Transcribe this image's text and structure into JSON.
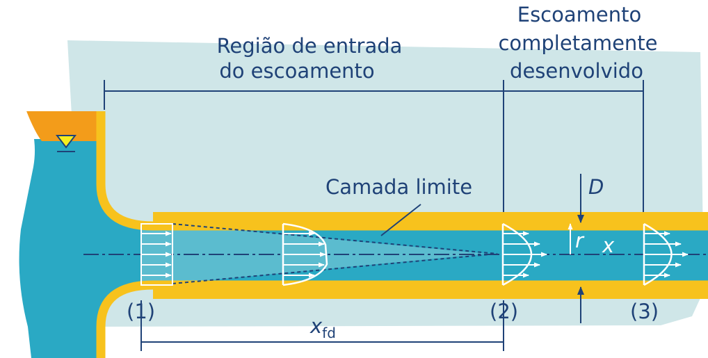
{
  "labels": {
    "entrance_line1": "Região de entrada",
    "entrance_line2": "do escoamento",
    "developed_line1": "Escoamento",
    "developed_line2": "completamente",
    "developed_line3": "desenvolvido",
    "boundary_layer": "Camada limite",
    "diameter": "D",
    "radius": "r",
    "axis": "x",
    "section_1": "(1)",
    "section_2": "(2)",
    "section_3": "(3)",
    "fd_var": "x",
    "fd_sub": "fd"
  },
  "colors": {
    "panel": "#cfe6e8",
    "water": "#2aa9c4",
    "core": "#5bbccf",
    "wall": "#f7c21d",
    "reservoir_top": "#f39c1a",
    "outline": "#1f4277",
    "free_surface_marker": "#f5ee1e"
  },
  "icons": {
    "free_surface": "inverted-triangle-icon"
  }
}
